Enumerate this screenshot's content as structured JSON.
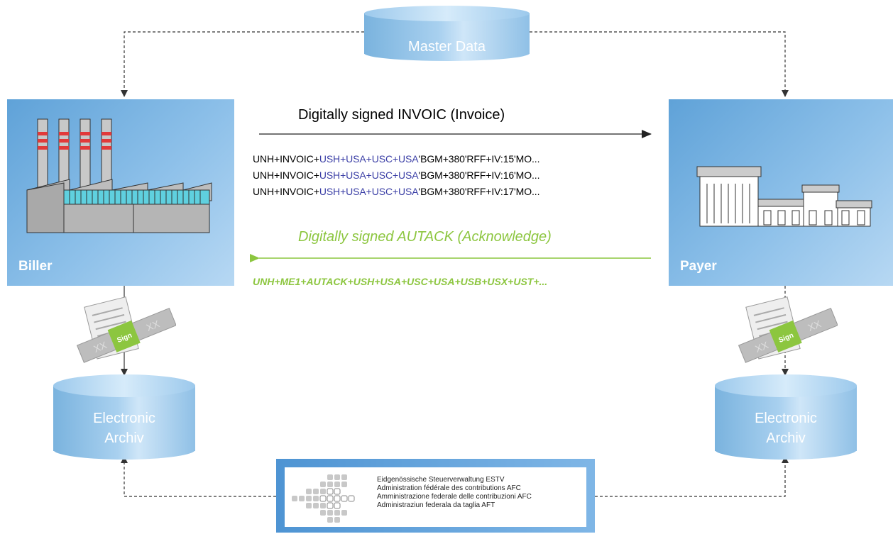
{
  "master_data": {
    "label": "Master Data"
  },
  "biller": {
    "label": "Biller"
  },
  "payer": {
    "label": "Payer"
  },
  "invoice_flow": {
    "title": "Digitally signed INVOIC (Invoice)",
    "lines": [
      {
        "pre": "UNH+INVOIC+",
        "blue": "USH+USA+USC+USA",
        "post": "'BGM+380'RFF+IV:15'MO..."
      },
      {
        "pre": "UNH+INVOIC+",
        "blue": "USH+USA+USC+USA",
        "post": "'BGM+380'RFF+IV:16'MO..."
      },
      {
        "pre": "UNH+INVOIC+",
        "blue": "USH+USA+USC+USA",
        "post": "'BGM+380'RFF+IV:17'MO..."
      }
    ]
  },
  "ack_flow": {
    "title": "Digitally signed AUTACK (Acknowledge)",
    "line": "UNH+ME1+AUTACK+USH+USA+USC+USA+USB+USX+UST+..."
  },
  "archive_left": {
    "line1": "Electronic",
    "line2": "Archiv"
  },
  "archive_right": {
    "line1": "Electronic",
    "line2": "Archiv"
  },
  "sign_stamp": {
    "label": "Sign",
    "xx": "XX"
  },
  "estv": {
    "lines": [
      "Eidgenössische Steuerverwaltung ESTV",
      "Administration fédérale des contributions AFC",
      "Amministrazione federale delle contribuzioni  AFC",
      "Administraziun federala da taglia AFT"
    ]
  },
  "colors": {
    "arrow_green": "#8cc63f",
    "accent_blue": "#5fa2d8",
    "code_blue": "#3b3fa6"
  }
}
